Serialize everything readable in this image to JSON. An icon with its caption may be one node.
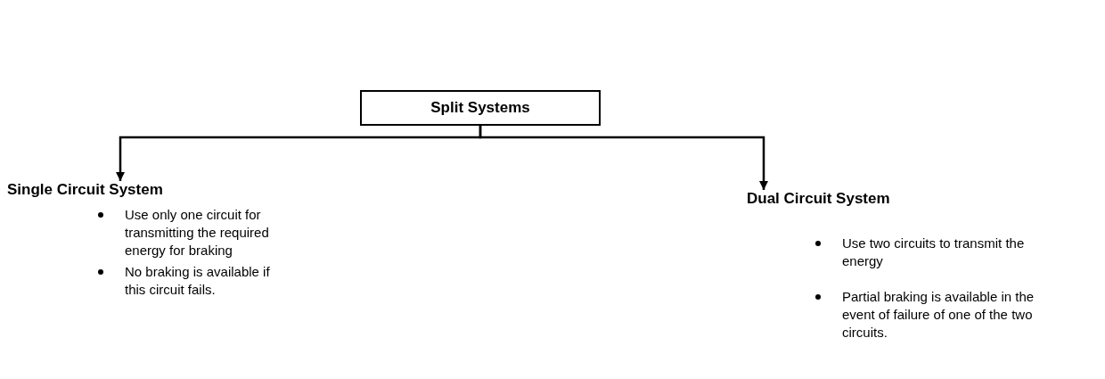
{
  "diagram": {
    "nodes": [
      {
        "text": [
          "Split Systems"
        ]
      },
      {
        "text": [
          "Single Circuit System",
          "Use only one circuit for transmitting the required energy for braking",
          "No braking is available if this circuit fails."
        ]
      },
      {
        "text": [
          "Dual Circuit System",
          "Use two circuits to transmit the energy",
          "Partial braking is available in the event of failure of one of the two circuits."
        ]
      }
    ],
    "edges": [
      {
        "from": 0,
        "to": 1,
        "arrow": "to"
      },
      {
        "from": 0,
        "to": 2,
        "arrow": "to"
      }
    ]
  }
}
